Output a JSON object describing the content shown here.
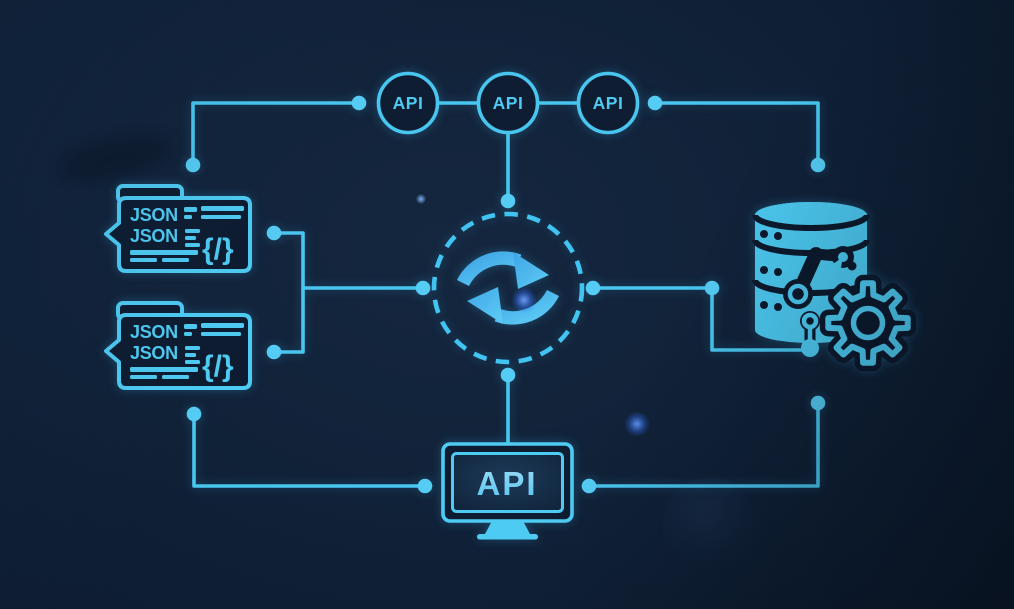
{
  "diagram": {
    "api_nodes": [
      {
        "label": "API"
      },
      {
        "label": "API"
      },
      {
        "label": "API"
      }
    ],
    "json_files": [
      {
        "line1": "JSON",
        "line2": "JSON",
        "code": "{/}"
      },
      {
        "line1": "JSON",
        "line2": "JSON",
        "code": "{/}"
      }
    ],
    "hub": {
      "icon": "sync-arrows-icon"
    },
    "storage": {
      "icons": [
        "database-icon",
        "robot-arm-icon",
        "gear-icon",
        "connector-pin-icon"
      ]
    },
    "monitor": {
      "label": "API",
      "icon": "monitor-icon"
    }
  },
  "colors": {
    "background": "#0e1d33",
    "line_cyan": "#49c6ef",
    "dot_cyan": "#55ccf4",
    "icon_cyan": "#4ecbf2",
    "arrow_blue": "#4cb4ec",
    "silhouette": "#0c1a2d",
    "glow_blue": "#3f7bff"
  }
}
